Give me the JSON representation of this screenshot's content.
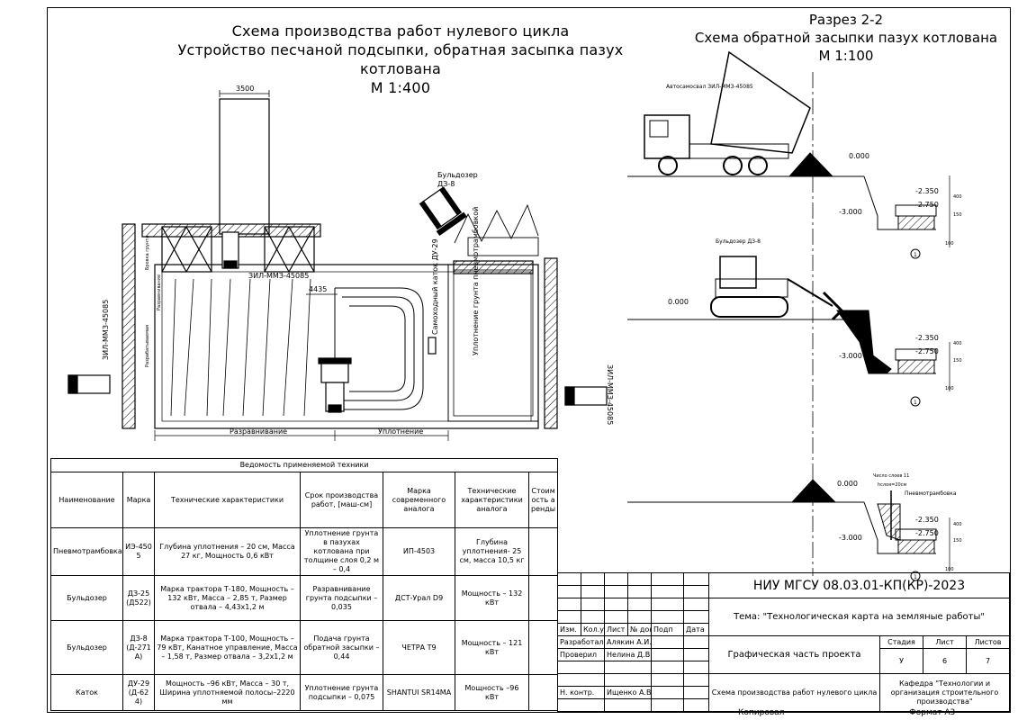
{
  "title_left": {
    "line1": "Схема производства работ нулевого цикла",
    "line2": "Устройство песчаной подсыпки, обратная засыпка пазух котлована",
    "line3": "М 1:400"
  },
  "title_right": {
    "line1": "Разрез 2-2",
    "line2": "Схема обратной засыпки пазух котлована",
    "line3": "М 1:100"
  },
  "plan": {
    "dim_3500": "3500",
    "dim_4435": "4435",
    "truck_center": "ЗИЛ-ММЗ-45085",
    "truck_left": "ЗИЛ-ММЗ-45085",
    "truck_right": "ЗИЛ-ММЗ-45085",
    "bulldozer": "Бульдозер",
    "bulldozer_model": "ДЗ-8",
    "roller": "Самоходный каток ДУ-29",
    "compaction": "Уплотнение грунта пневмотрамбовкой",
    "razr_bottom": "Разравнивание",
    "upl_bottom": "Уплотнение",
    "side_label1": "Бровка грунта",
    "side_label2": "Разрабатываемая",
    "side_label3": "Разравнивание"
  },
  "section": {
    "truck_label": "Автосамосвал ЗИЛ-ММЗ-45085",
    "bulldozer_label": "Бульдозер ДЗ-8",
    "lvl_0": "0.000",
    "lvl_2350": "-2.350",
    "lvl_2750": "-2.750",
    "lvl_3000": "-3.000",
    "d400": "400",
    "d150": "150",
    "d100": "100",
    "axis": "1",
    "num_layers": "Число слоев 11",
    "h_layer": "hслоя=20см",
    "pneumo": "Пневмотрамбовка"
  },
  "spec": {
    "caption": "Ведомость применяемой техники",
    "headers": [
      "Наименование",
      "Марка",
      "Технические характеристики",
      "Срок производства работ, [маш-см]",
      "Марка современного аналога",
      "Технические характеристики аналога",
      "Стоимость аренды"
    ],
    "rows": [
      [
        "Пневмотрамбовка",
        "ИЭ-4505",
        "Глубина уплотнения – 20 см, Масса 27 кг, Мощность 0,6 кВт",
        "Уплотнение грунта в пазухах котлована при толщине слоя 0,2 м – 0,4",
        "ИП-4503",
        "Глубина уплотнения- 25 см, масса 10,5 кг",
        ""
      ],
      [
        "Бульдозер",
        "ДЗ-25 (Д522)",
        "Марка трактора Т-180, Мощность – 132 кВт, Масса – 2,85 т, Размер отвала – 4,43х1,2 м",
        "Разравнивание грунта подсыпки – 0,035",
        "ДСТ-Урал D9",
        "Мощность – 132 кВт",
        ""
      ],
      [
        "Бульдозер",
        "ДЗ-8 (Д-271А)",
        "Марка трактора Т-100, Мощность – 79 кВт, Канатное управление, Масса – 1,58 т, Размер отвала – 3,2х1,2 м",
        "Подача грунта обратной засыпки – 0,44",
        "ЧЕТРА Т9",
        "Мощность – 121 кВт",
        ""
      ],
      [
        "Каток",
        "ДУ-29 (Д-624)",
        "Мощность –96 кВт, Масса – 30 т, Ширина уплотняемой полосы–2220 мм",
        "Уплотнение грунта подсыпки – 0,075",
        "SHANTUI SR14MA",
        "Мощность –96 кВт",
        ""
      ]
    ]
  },
  "stamp": {
    "code": "НИУ МГСУ 08.03.01-КП(КР)-2023",
    "topic": "Тема: \"Технологическая карта на земляные работы\"",
    "section": "Графическая часть проекта",
    "drawing": "Схема производства работ нулевого цикла",
    "dept": "Кафедра \"Технологии и организация строительного производства\"",
    "h_izm": "Изм.",
    "h_kol": "Кол.уч",
    "h_list": "Лист",
    "h_doc": "№ док.",
    "h_podp": "Подп",
    "h_data": "Дата",
    "r_razr": "Разработал",
    "n_razr": "Алякин А.И.",
    "r_prov": "Проверил",
    "n_prov": "Нелина Д.В.",
    "r_nk": "Н. контр.",
    "n_nk": "Ищенко А.В.",
    "stadia": "Стадия",
    "list": "Лист",
    "listov": "Листов",
    "v_stadia": "У",
    "v_list": "6",
    "v_listov": "7"
  },
  "footer": {
    "copied": "Копировал",
    "format": "Формат А3"
  }
}
